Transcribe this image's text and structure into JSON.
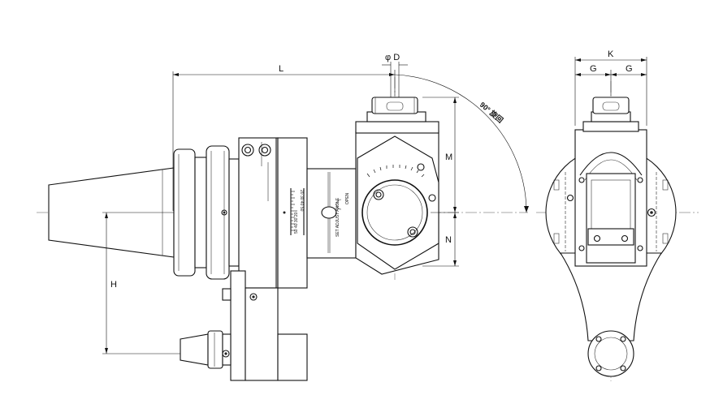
{
  "drawing": {
    "dimensions": {
      "L": "L",
      "D": "φ D",
      "M": "M",
      "N": "N",
      "H": "H",
      "K": "K",
      "G_left": "G",
      "G_right": "G",
      "angle": "90°",
      "angle_suffix": "旋回"
    },
    "labels": {
      "set_adjust_angle": "SET ADJUST ANGLE",
      "open": "OPEN",
      "scale_numbers": "20 30 40 50",
      "scale_numbers_rev": "50 40 30 20"
    },
    "colors": {
      "line": "#111111",
      "background": "#ffffff"
    }
  }
}
